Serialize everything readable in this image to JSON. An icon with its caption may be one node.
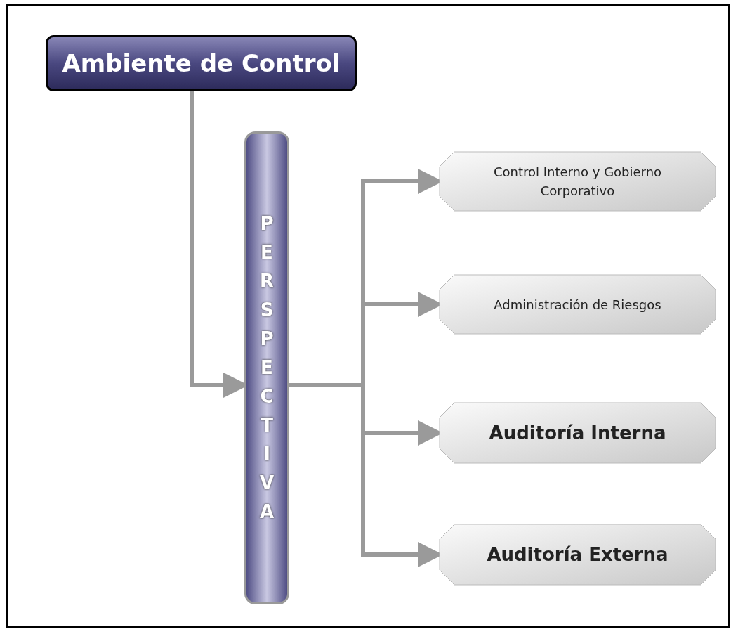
{
  "diagram": {
    "nodes": [
      {
        "text": [
          "Ambiente de Control"
        ]
      },
      {
        "text": [
          "PERSPECTIVA"
        ]
      },
      {
        "text": [
          "Control Interno y Gobierno Corporativo"
        ]
      },
      {
        "text": [
          "Administración de Riesgos"
        ]
      },
      {
        "text": [
          "Auditoría Interna"
        ]
      },
      {
        "text": [
          "Auditoría Externa"
        ]
      }
    ],
    "edges": [
      {
        "from": 0,
        "to": 1,
        "arrow": "to"
      },
      {
        "from": 1,
        "to": 2,
        "arrow": "to"
      },
      {
        "from": 1,
        "to": 3,
        "arrow": "to"
      },
      {
        "from": 1,
        "to": 4,
        "arrow": "to"
      },
      {
        "from": 1,
        "to": 5,
        "arrow": "to"
      }
    ]
  }
}
